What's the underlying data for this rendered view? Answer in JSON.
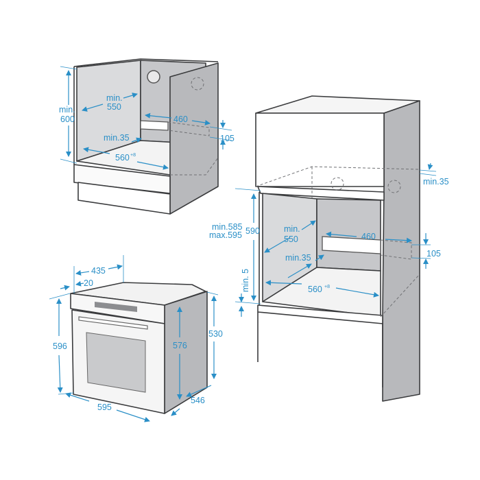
{
  "colors": {
    "dimension": "#2a8fc7",
    "outline": "#3a3b3d",
    "panel_dark": "#b8b9bc",
    "panel_light": "#d9dadc"
  },
  "under_counter_cabinet": {
    "height": "min.",
    "height_value": "600",
    "depth": "min.",
    "depth_value": "550",
    "cutout_width": "460",
    "cutout_height": "105",
    "back_gap": "min.35",
    "width": "560",
    "width_tolerance": "+8"
  },
  "tall_cabinet": {
    "top_gap": "min.35",
    "height_min": "min.585",
    "height_max": "max.595",
    "height": "590",
    "depth": "min.",
    "depth_value": "550",
    "cutout_width": "460",
    "cutout_height": "105",
    "back_gap": "min.35",
    "width": "560",
    "width_tolerance": "+8",
    "bottom_gap": "min. 5"
  },
  "oven": {
    "depth_top": "435",
    "front_thickness": "20",
    "height": "596",
    "inner_height": "576",
    "side_height": "530",
    "width": "595",
    "depth": "546"
  }
}
